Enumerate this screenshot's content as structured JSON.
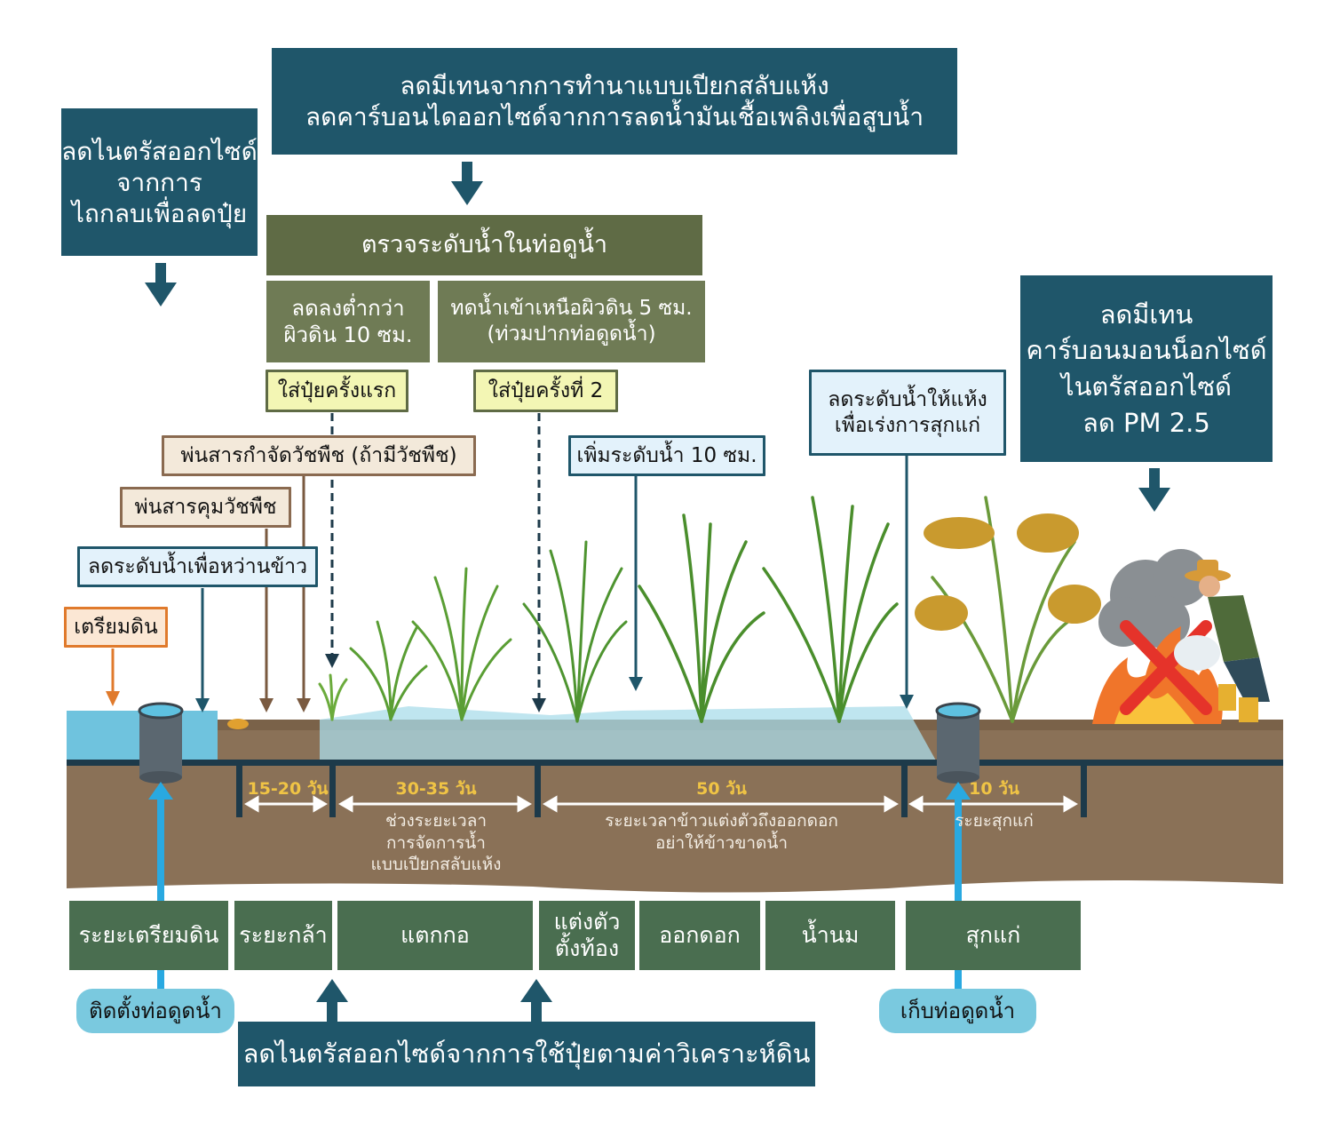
{
  "top_box": {
    "line1": "ลดมีเทนจากการทำนาแบบเปียกสลับแห้ง",
    "line2": "ลดคาร์บอนไดออกไซด์จากการลดน้ำมันเชื้อเพลิงเพื่อสูบน้ำ"
  },
  "left_box": {
    "line1": "ลดไนตรัสออกไซด์",
    "line2": "จากการ",
    "line3": "ไถกลบเพื่อลดปุ๋ย"
  },
  "right_box": {
    "line1": "ลดมีเทน",
    "line2": "คาร์บอนมอนน็อกไซด์",
    "line3": "ไนตรัสออกไซด์",
    "line4": "ลด PM 2.5"
  },
  "check_box": "ตรวจระดับน้ำในท่อดูน้ำ",
  "lower_box": {
    "line1": "ลดลงต่ำกว่า",
    "line2": "ผิวดิน 10 ซม."
  },
  "flood_box": {
    "line1": "ทดน้ำเข้าเหนือผิวดิน 5 ซม.",
    "line2": "(ท่วมปากท่อดูดน้ำ)"
  },
  "tags": {
    "fert1": "ใส่ปุ๋ยครั้งแรก",
    "fert2": "ใส่ปุ๋ยครั้งที่ 2",
    "spray_weed": "พ่นสารกำจัดวัชพืช (ถ้ามีวัชพืช)",
    "spray_control": "พ่นสารคุมวัชพืช",
    "lower_sow": "ลดระดับน้ำเพื่อหว่านข้าว",
    "prepare": "เตรียมดิน",
    "raise": "เพิ่มระดับน้ำ 10 ซม.",
    "dry_line1": "ลดระดับน้ำให้แห้ง",
    "dry_line2": "เพื่อเร่งการสุกแก่"
  },
  "durations": [
    {
      "label": "15-20 วัน",
      "note": ""
    },
    {
      "label": "30-35 วัน",
      "note": "ช่วงระยะเวลา\nการจัดการน้ำ\nแบบเปียกสลับแห้ง"
    },
    {
      "label": "50 วัน",
      "note": "ระยะเวลาข้าวแต่งตัวถึงออกดอก\nอย่าให้ข้าวขาดน้ำ"
    },
    {
      "label": "10 วัน",
      "note": "ระยะสุกแก่"
    }
  ],
  "stages": [
    "ระยะเตรียมดิน",
    "ระยะกล้า",
    "แตกกอ",
    "แต่งตัว\nตั้งท้อง",
    "ออกดอก",
    "น้ำนม",
    "สุกแก่"
  ],
  "pills": {
    "install": "ติดตั้งท่อดูดน้ำ",
    "collect": "เก็บท่อดูดน้ำ"
  },
  "bottom_box": "ลดไนตรัสออกไซด์จากการใช้ปุ๋ยตามค่าวิเคราะห์ดิน",
  "colors": {
    "teal": "#1f566a",
    "olive": "#5f6b45",
    "stage_green": "#4a6e50",
    "soil": "#8a7157",
    "water": "#8fd3e8",
    "arrow_blue": "#29a9e1",
    "duration_yellow": "#f0c445"
  }
}
